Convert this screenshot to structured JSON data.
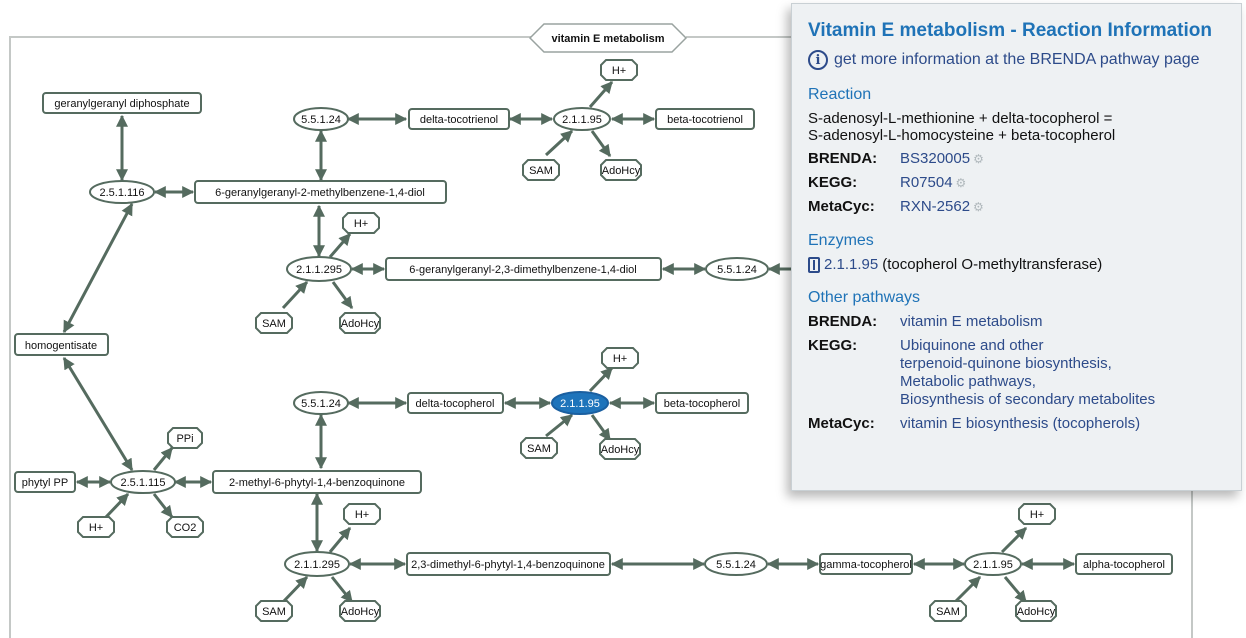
{
  "diagram": {
    "title": "vitamin E metabolism",
    "compounds": {
      "geranylgeranyl_pp": "geranylgeranyl diphosphate",
      "delta_tocotrienol": "delta-tocotrienol",
      "beta_tocotrienol": "beta-tocotrienol",
      "ggmb_diol": "6-geranylgeranyl-2-methylbenzene-1,4-diol",
      "ggdmb_diol": "6-geranylgeranyl-2,3-dimethylbenzene-1,4-diol",
      "homogentisate": "homogentisate",
      "delta_tocopherol": "delta-tocopherol",
      "beta_tocopherol": "beta-tocopherol",
      "phytyl_pp": "phytyl PP",
      "mpbq": "2-methyl-6-phytyl-1,4-benzoquinone",
      "dmpbq": "2,3-dimethyl-6-phytyl-1,4-benzoquinone",
      "gamma_tocopherol": "gamma-tocopherol",
      "alpha_tocopherol": "alpha-tocopherol"
    },
    "enzymes": {
      "e_5_5_1_24": "5.5.1.24",
      "e_2_1_1_95": "2.1.1.95",
      "e_2_5_1_116": "2.5.1.116",
      "e_2_1_1_295": "2.1.1.295",
      "e_2_5_1_115": "2.5.1.115"
    },
    "cofactors": {
      "h": "H+",
      "sam": "SAM",
      "adohcy": "AdoHcy",
      "ppi": "PPi",
      "co2": "CO2"
    }
  },
  "panel": {
    "title": "Vitamin E metabolism - Reaction Information",
    "info_link": "get more information at the BRENDA pathway page",
    "reaction_heading": "Reaction",
    "equation_line1": "S-adenosyl-L-methionine + delta-tocopherol =",
    "equation_line2": "S-adenosyl-L-homocysteine + beta-tocopherol",
    "ids": [
      {
        "key": "BRENDA:",
        "value": "BS320005"
      },
      {
        "key": "KEGG:",
        "value": "R07504"
      },
      {
        "key": "MetaCyc:",
        "value": "RXN-2562"
      }
    ],
    "enzymes_heading": "Enzymes",
    "enzyme_ec": "2.1.1.95",
    "enzyme_name": "(tocopherol O-methyltransferase)",
    "other_heading": "Other pathways",
    "other": {
      "brenda_key": "BRENDA:",
      "brenda_value": "vitamin E metabolism",
      "kegg_key": "KEGG:",
      "kegg_values": [
        "Ubiquinone and other",
        "terpenoid-quinone biosynthesis,",
        "Metabolic pathways,",
        "Biosynthesis of secondary metabolites"
      ],
      "metacyc_key": "MetaCyc:",
      "metacyc_value": "vitamin E biosynthesis (tocopherols)"
    },
    "external_icon": "external-link-icon"
  }
}
